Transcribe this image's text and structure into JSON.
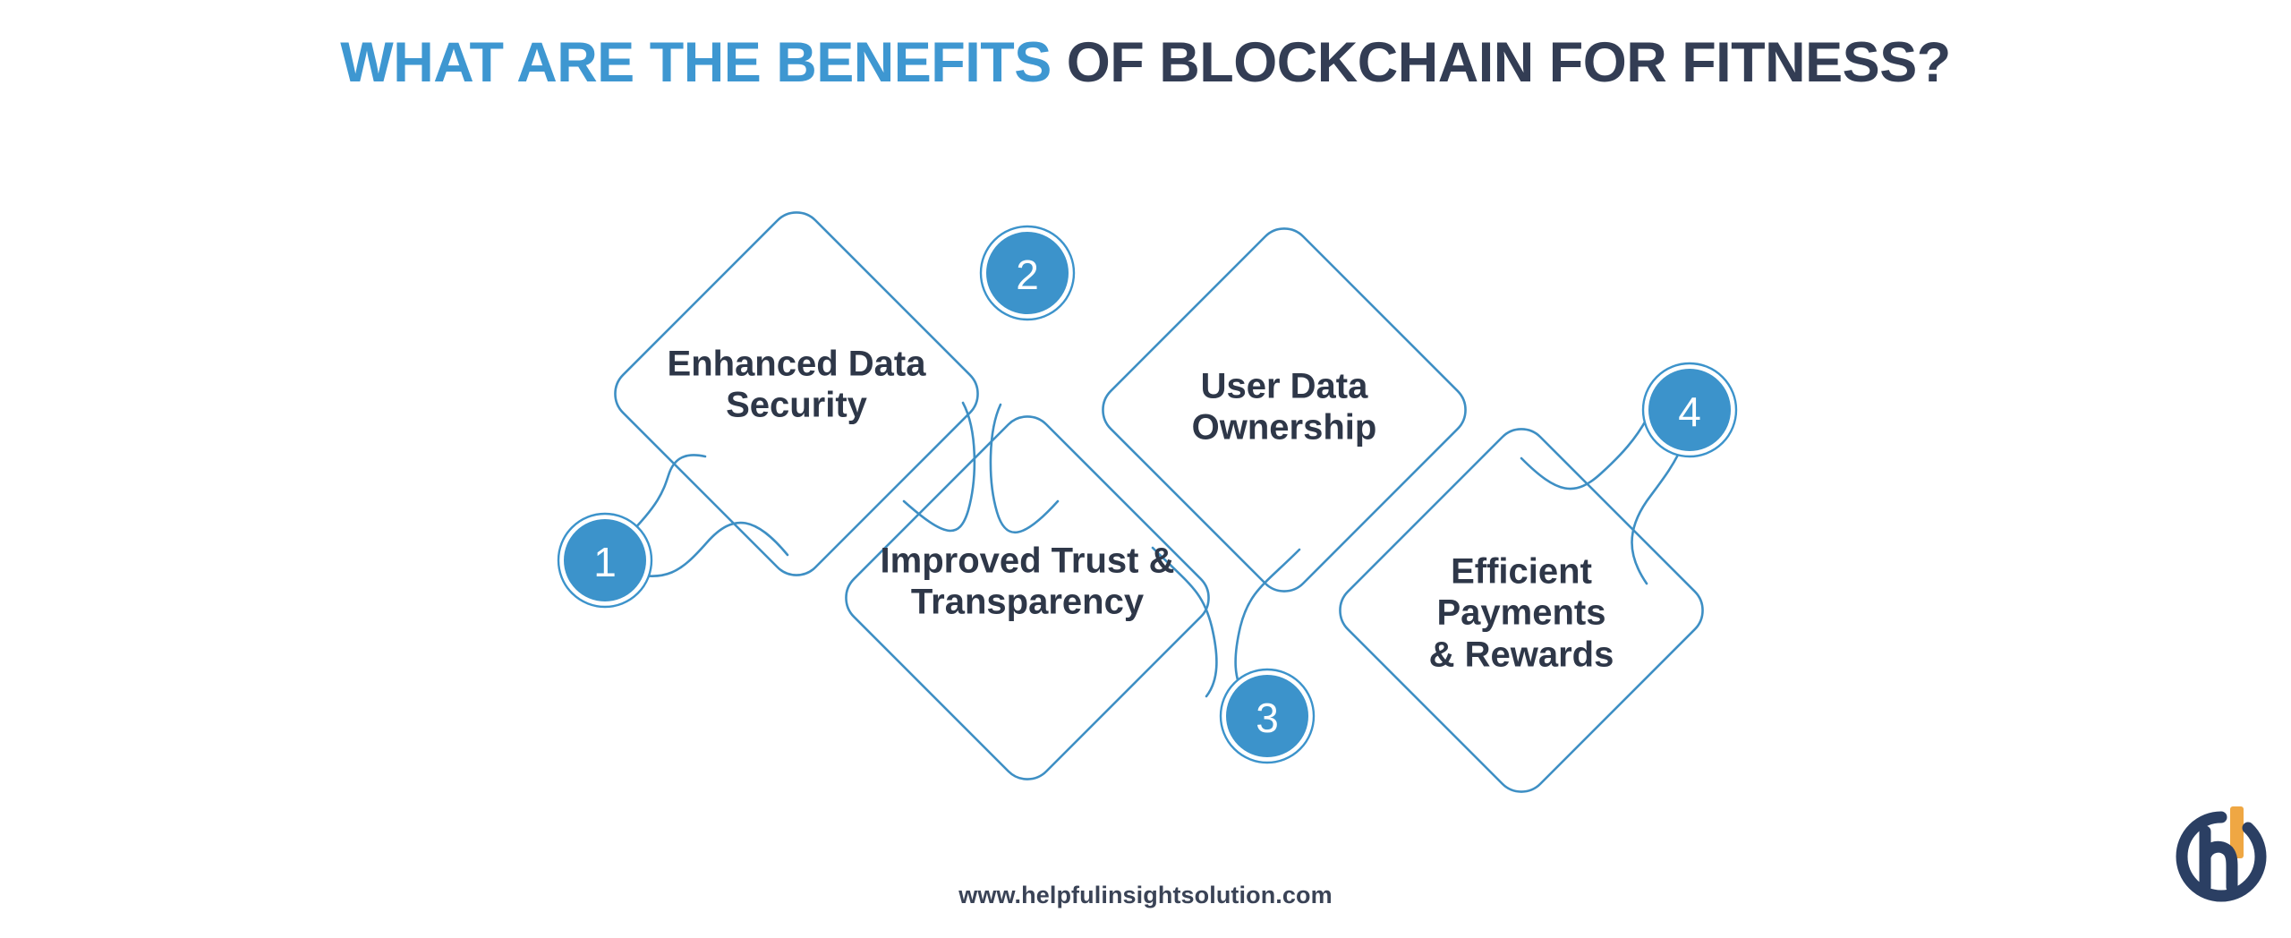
{
  "title": {
    "highlight": "WHAT ARE THE BENEFITS",
    "rest": " OF BLOCKCHAIN FOR FITNESS?",
    "full": "WHAT ARE THE BENEFITS OF BLOCKCHAIN FOR FITNESS?"
  },
  "colors": {
    "accent_blue": "#3E97D1",
    "badge_blue": "#3C93CB",
    "outline_blue": "#3E8FC4",
    "dark_navy": "#333D54",
    "text_navy": "#2E3748",
    "logo_navy": "#2B3F63",
    "logo_orange": "#EFA743",
    "background": "#FFFFFF"
  },
  "diagram": {
    "type": "diamond-chevron-flow",
    "steps": [
      {
        "number": "1",
        "label": "Enhanced Data\nSecurity"
      },
      {
        "number": "2",
        "label": "Improved Trust &\nTransparency"
      },
      {
        "number": "3",
        "label": "User Data\nOwnership"
      },
      {
        "number": "4",
        "label": "Efficient\nPayments\n& Rewards"
      }
    ]
  },
  "footer": {
    "url": "www.helpfulinsightsolution.com"
  },
  "logo": {
    "name": "helpful-insight-solution-logo",
    "letters": "hi"
  }
}
